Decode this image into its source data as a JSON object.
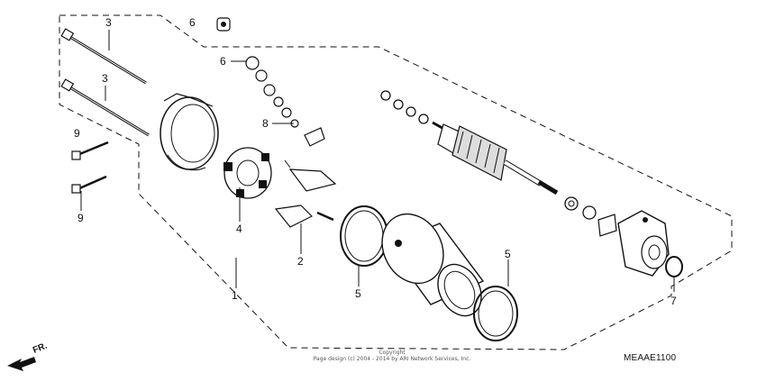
{
  "diagram": {
    "callouts": {
      "c1": "1",
      "c2": "2",
      "c3a": "3",
      "c3b": "3",
      "c4": "4",
      "c5a": "5",
      "c5b": "5",
      "c6a": "6",
      "c6b": "6",
      "c7": "7",
      "c8": "8",
      "c9a": "9",
      "c9b": "9"
    },
    "direction_label": "FR.",
    "copyright_line1": "Copyright",
    "copyright_line2": "Page design (c) 2004 - 2014 by ARI Network Services, Inc.",
    "diagram_code": "MEAAE1100"
  }
}
